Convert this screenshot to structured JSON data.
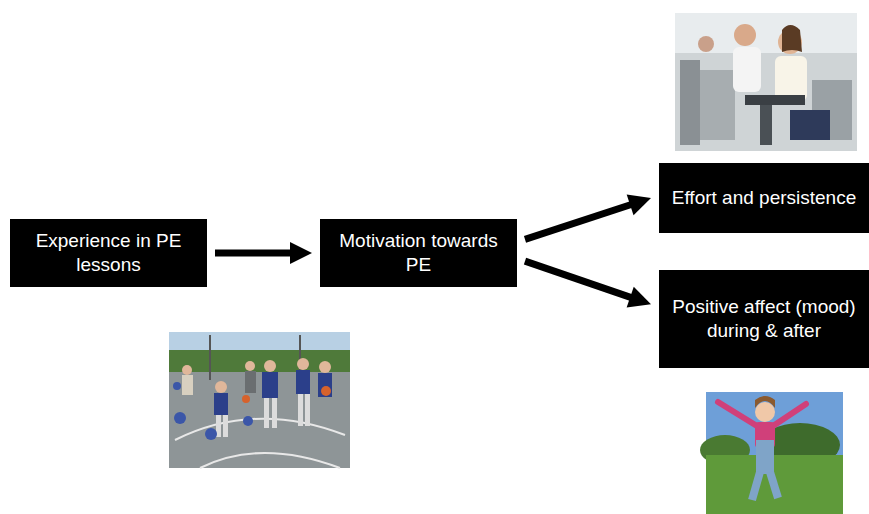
{
  "diagram": {
    "nodes": [
      {
        "text": [
          "Experience in PE lessons"
        ]
      },
      {
        "text": [
          "Motivation towards PE"
        ]
      },
      {
        "text": [
          "Effort and persistence"
        ]
      },
      {
        "text": [
          "Positive affect (mood) during & after"
        ]
      }
    ],
    "edges": [
      {
        "from": 0,
        "to": 1,
        "arrow": "to"
      },
      {
        "from": 1,
        "to": 2,
        "arrow": "to"
      },
      {
        "from": 1,
        "to": 3,
        "arrow": "to"
      }
    ]
  }
}
